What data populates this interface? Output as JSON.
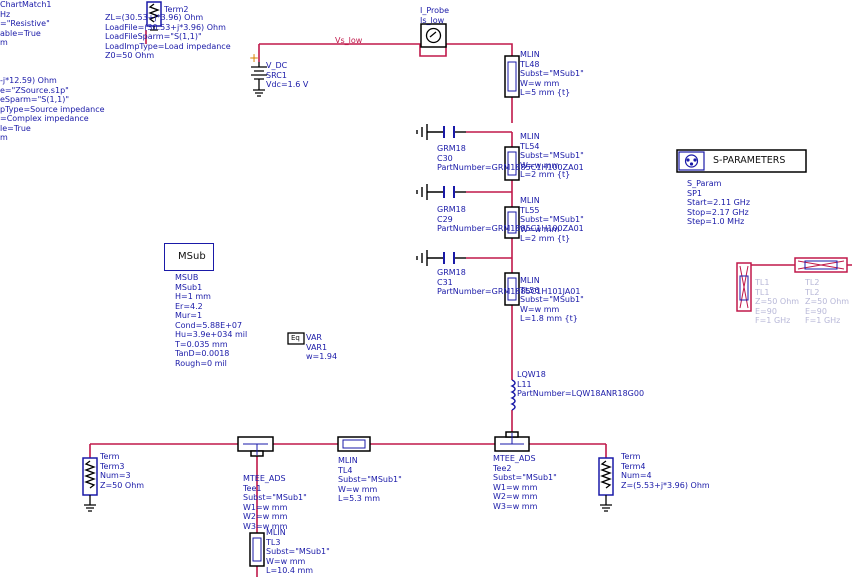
{
  "left_text": {
    "chartmatch": [
      "ChartMatch1",
      "Hz",
      "=\"Resistive\"",
      "able=True",
      "m"
    ],
    "zsource": [
      "-j*12.59) Ohm",
      "e=\"ZSource.s1p\"",
      "eSparm=\"S(1,1)\"",
      "pType=Source impedance",
      "=Complex impedance",
      "le=True",
      "m"
    ]
  },
  "term2": {
    "label": "Term2",
    "lines": [
      "ZL=(30.53+j*3.96) Ohm",
      "LoadFile=(30.53+j*3.96) Ohm",
      "LoadFileSparm=\"S(1,1)\"",
      "LoadImpType=Load impedance",
      "Z0=50 Ohm"
    ]
  },
  "iprobe": {
    "lines": [
      "I_Probe",
      "Is_low"
    ]
  },
  "net_label": "Vs_low",
  "vdc": {
    "lines": [
      "V_DC",
      "SRC1",
      "Vdc=1.6 V"
    ]
  },
  "tl48": {
    "lines": [
      "MLIN",
      "TL48",
      "Subst=\"MSub1\"",
      "W=w mm",
      "L=5 mm {t}"
    ]
  },
  "tl54": {
    "lines": [
      "MLIN",
      "TL54",
      "Subst=\"MSub1\"",
      "W=w mm",
      "L=2 mm {t}"
    ]
  },
  "tl55": {
    "lines": [
      "MLIN",
      "TL55",
      "Subst=\"MSub1\"",
      "W=w mm",
      "L=2 mm {t}"
    ]
  },
  "tl56": {
    "lines": [
      "MLIN",
      "TL56",
      "Subst=\"MSub1\"",
      "W=w mm",
      "L=1.8 mm {t}"
    ]
  },
  "c30": {
    "lines": [
      "GRM18",
      "C30",
      "PartNumber=GRM1885C1H100ZA01"
    ]
  },
  "c29": {
    "lines": [
      "GRM18",
      "C29",
      "PartNumber=GRM1885C1H100ZA01"
    ]
  },
  "c31": {
    "lines": [
      "GRM18",
      "C31",
      "PartNumber=GRM1885C1H101JA01"
    ]
  },
  "msub": {
    "box_label": "MSub",
    "lines": [
      "MSUB",
      "MSub1",
      "H=1 mm",
      "Er=4.2",
      "Mur=1",
      "Cond=5.88E+07",
      "Hu=3.9e+034 mil",
      "T=0.035 mm",
      "TanD=0.0018",
      "Rough=0 mil"
    ]
  },
  "var": {
    "icon_text": "Eq",
    "lines": [
      "VAR",
      "VAR1",
      "w=1.94"
    ]
  },
  "sparams": {
    "box_label": "S-PARAMETERS",
    "lines": [
      "S_Param",
      "SP1",
      "Start=2.11 GHz",
      "Stop=2.17 GHz",
      "Step=1.0 MHz"
    ]
  },
  "lqw": {
    "lines": [
      "LQW18",
      "L11",
      "PartNumber=LQW18ANR18G00"
    ]
  },
  "term3": {
    "lines": [
      "Term",
      "Term3",
      "Num=3",
      "Z=50 Ohm"
    ]
  },
  "term4": {
    "lines": [
      "Term",
      "Term4",
      "Num=4",
      "Z=(5.53+j*3.96) Ohm"
    ]
  },
  "tee1": {
    "lines": [
      "MTEE_ADS",
      "Tee1",
      "Subst=\"MSub1\"",
      "W1=w mm",
      "W2=w mm",
      "W3=w mm"
    ]
  },
  "tee2": {
    "lines": [
      "MTEE_ADS",
      "Tee2",
      "Subst=\"MSub1\"",
      "W1=w mm",
      "W2=w mm",
      "W3=w mm"
    ]
  },
  "tl4": {
    "lines": [
      "MLIN",
      "TL4",
      "Subst=\"MSub1\"",
      "W=w mm",
      "L=5.3 mm"
    ]
  },
  "tl3": {
    "lines": [
      "MLIN",
      "TL3",
      "Subst=\"MSub1\"",
      "W=w mm",
      "L=10.4 mm"
    ]
  },
  "ghost1": {
    "lines": [
      "TL1",
      "TL1",
      "Z=50 Ohm",
      "E=90",
      "F=1 GHz"
    ]
  },
  "ghost2": {
    "lines": [
      "TL2",
      "TL2",
      "Z=50 Ohm",
      "E=90",
      "F=1 GHz"
    ]
  },
  "colors": {
    "wire": "#c0184a",
    "component": "#1a1aa8",
    "ground": "#000000"
  }
}
